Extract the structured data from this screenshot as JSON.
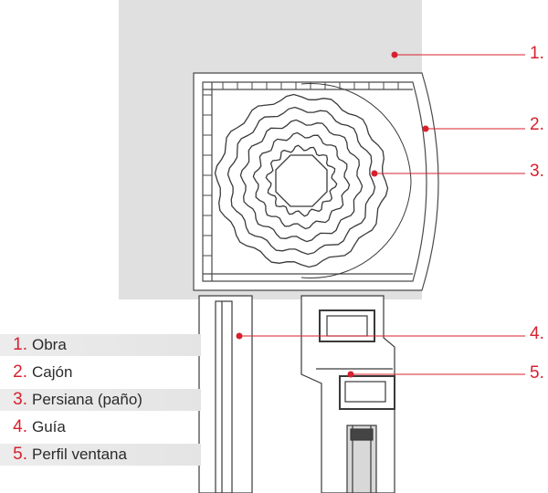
{
  "colors": {
    "accent": "#d7212e",
    "wall_fill": "#e0e0e0",
    "profile_stroke": "#4a4a4a",
    "profile_fill": "#ffffff",
    "slat_stroke": "#3a3a3a",
    "legend_bg": "#e6e6e6"
  },
  "callouts": [
    {
      "number": "1.",
      "target": "obra"
    },
    {
      "number": "2.",
      "target": "cajon"
    },
    {
      "number": "3.",
      "target": "persiana"
    },
    {
      "number": "4.",
      "target": "guia"
    },
    {
      "number": "5.",
      "target": "perfil-ventana"
    }
  ],
  "legend": [
    {
      "number": "1.",
      "text": "Obra"
    },
    {
      "number": "2.",
      "text": "Cajón"
    },
    {
      "number": "3.",
      "text": "Persiana (paño)"
    },
    {
      "number": "4.",
      "text": "Guía"
    },
    {
      "number": "5.",
      "text": "Perfil ventana"
    }
  ]
}
